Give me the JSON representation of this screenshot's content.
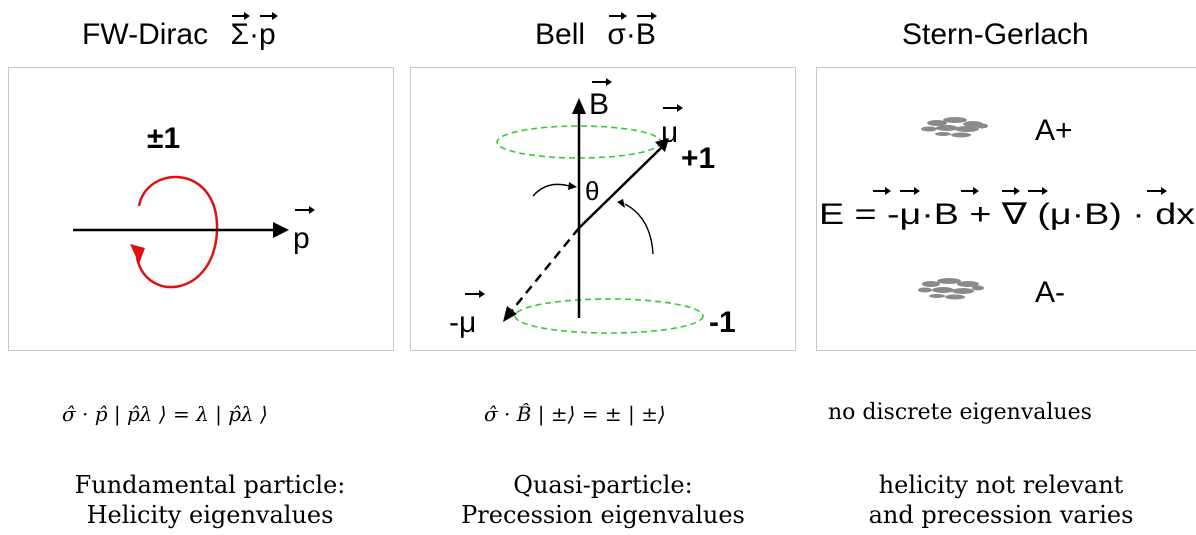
{
  "panels": [
    {
      "title": "FW-Dirac",
      "operator": "Σ·p",
      "labels": {
        "eigen": "±1",
        "momentum": "p"
      },
      "equation": "σ̂ · p̂ | p̂λ ⟩ = λ | p̂λ ⟩",
      "caption_line1": "Fundamental particle:",
      "caption_line2": "Helicity eigenvalues"
    },
    {
      "title": "Bell",
      "operator": "σ·B",
      "labels": {
        "field": "B",
        "moment": "μ",
        "plus": "+1",
        "angle": "θ",
        "neg_moment": "-μ",
        "minus": "-1"
      },
      "equation": "σ̂ · B̂ | ±⟩ = ± | ±⟩",
      "caption_line1": "Quasi-particle:",
      "caption_line2": "Precession eigenvalues"
    },
    {
      "title": "Stern-Gerlach",
      "labels": {
        "upper": "A+",
        "energy": "E = -μ·B + ∇ (μ·B) · dx",
        "lower": "A-"
      },
      "equation": "no discrete eigenvalues",
      "caption_line1": "helicity not relevant",
      "caption_line2": "and precession varies"
    }
  ],
  "colors": {
    "loop": "#e01010",
    "ellipse": "#33cc33",
    "border": "#c8c8c8",
    "ink": "#000000",
    "blob": "#8a8a8a"
  },
  "icons": [
    "vector-arrow-icon",
    "loop-arrow-icon"
  ]
}
